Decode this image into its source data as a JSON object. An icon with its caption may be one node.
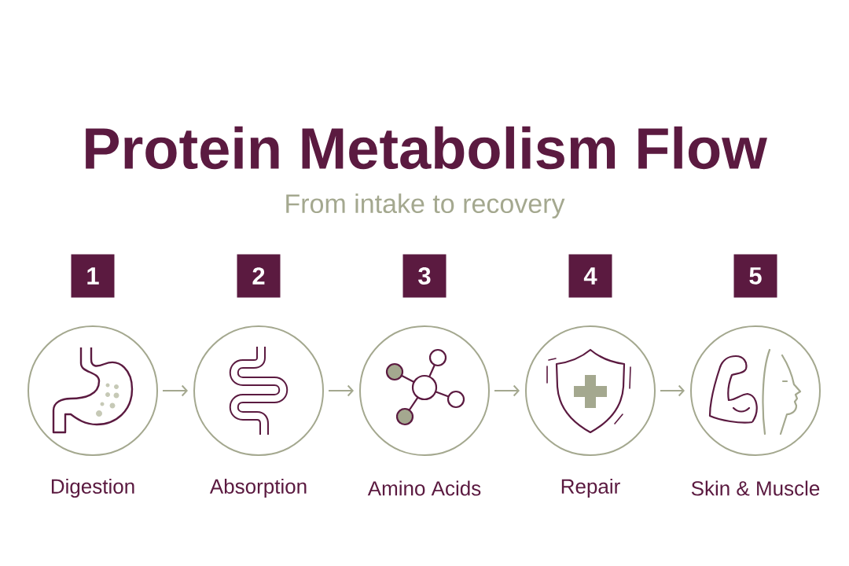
{
  "diagram": {
    "title": "Protein Metabolism Flow",
    "nodes": [
      {
        "text": [
          "1"
        ]
      },
      {
        "text": [
          "2"
        ]
      },
      {
        "text": [
          "3"
        ]
      },
      {
        "text": [
          "4"
        ]
      },
      {
        "text": [
          "5"
        ]
      },
      {
        "text": [
          "Digestion"
        ]
      },
      {
        "text": [
          "Absorption"
        ]
      },
      {
        "text": [
          "Amino Acids"
        ]
      },
      {
        "text": [
          "Repair"
        ]
      },
      {
        "text": [
          "Skin & Muscle"
        ]
      }
    ],
    "edges": [
      {
        "from": 5,
        "to": 6,
        "arrow": "to"
      },
      {
        "from": 6,
        "to": 7,
        "arrow": "to"
      },
      {
        "from": 7,
        "to": 8,
        "arrow": "to"
      },
      {
        "from": 8,
        "to": 9,
        "arrow": "to"
      }
    ],
    "labels": [
      "From intake to recovery"
    ]
  }
}
